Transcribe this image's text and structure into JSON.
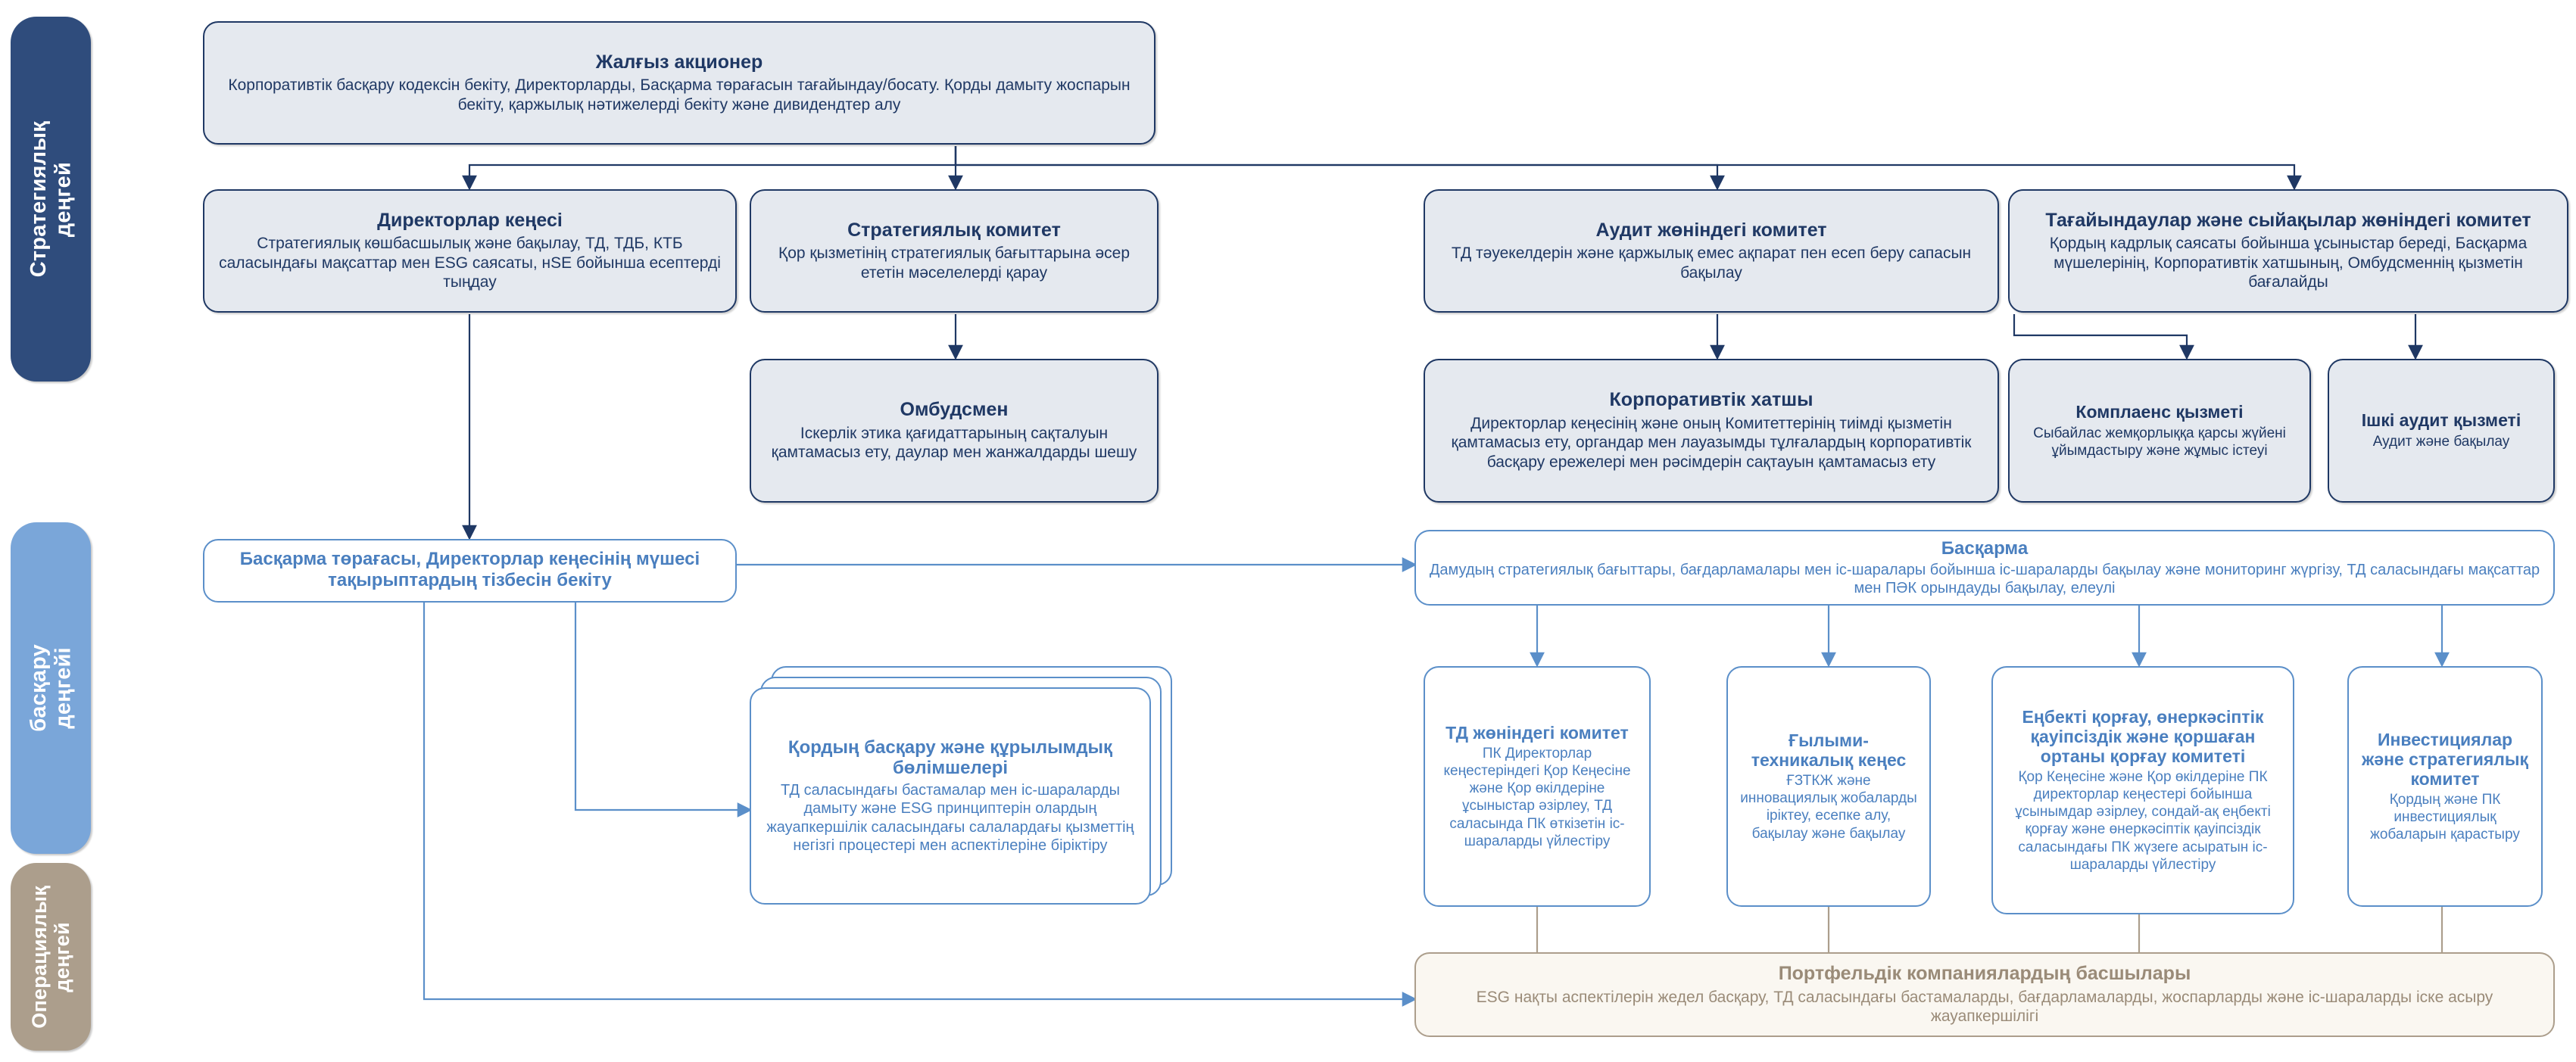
{
  "diagram": {
    "title": "Corporate governance structure",
    "colors": {
      "strategic_rail": "#2f4c7c",
      "management_rail": "#7aa6d9",
      "operational_rail": "#ac9e8c",
      "strategic_node_fill": "#e5e9ef",
      "strategic_node_border": "#1f3864",
      "management_node_border": "#5b8fc9",
      "management_node_text": "#4a7fbf",
      "operational_node_border": "#ac9e8c",
      "operational_node_text": "#9a8b78",
      "connector": "#1f3864"
    }
  },
  "levels": [
    {
      "id": "strategic",
      "label": "Стратегиялық\nдеңгей"
    },
    {
      "id": "management",
      "label": "басқару\nдеңгейі"
    },
    {
      "id": "operational",
      "label": "Операциялық\nдеңгей"
    }
  ],
  "nodes": {
    "shareholder": {
      "title": "Жалғыз акционер",
      "body": "Корпоративтік басқару кодексін бекіту, Директорларды, Басқарма төрағасын тағайындау/босату. Қорды дамыту жоспарын бекіту, қаржылық нәтижелерді бекіту және дивидендтер алу"
    },
    "board": {
      "title": "Директорлар кеңесі",
      "body": "Стратегиялық көшбасшылық және бақылау, ТД, ТДБ, КТБ саласындағы мақсаттар мен ESG саясаты, нSE бойынша есептерді тыңдау"
    },
    "strategy_committee": {
      "title": "Стратегиялық комитет",
      "body": "Қор қызметінің стратегиялық бағыттарына әсер ететін мәселелерді қарау"
    },
    "audit_committee": {
      "title": "Аудит жөніндегі комитет",
      "body": "ТД тәуекелдерін және қаржылық емес ақпарат пен есеп беру сапасын бақылау"
    },
    "nomination_committee": {
      "title": "Тағайындаулар және сыйақылар жөніндегі комитет",
      "body": "Қордың кадрлық саясаты бойынша ұсыныстар береді, Басқарма мүшелерінің, Корпоративтік хатшының, Омбудсменнің қызметін бағалайды"
    },
    "ombudsman": {
      "title": "Омбудсмен",
      "body": "Іскерлік этика қағидаттарының сақталуын қамтамасыз ету, даулар мен жанжалдарды шешу"
    },
    "corporate_secretary": {
      "title": "Корпоративтік хатшы",
      "body": "Директорлар кеңесінің және оның Комитеттерінің тиімді қызметін қамтамасыз ету, органдар мен лауазымды тұлғалардың корпоративтік басқару ережелері мен рәсімдерін сақтауын қамтамасыз ету"
    },
    "compliance": {
      "title": "Комплаенс қызметі",
      "body": "Сыбайлас жемқорлыққа қарсы жүйені ұйымдастыру және жұмыс істеуі"
    },
    "internal_audit": {
      "title": "Ішкі аудит қызметі",
      "body": "Аудит және бақылау"
    },
    "chairman": {
      "title": "Басқарма төрағасы, Директорлар кеңесінің мүшесі тақырыптардың тізбесін бекіту",
      "body": ""
    },
    "management_board": {
      "title": "Басқарма",
      "body": "Дамудың стратегиялық бағыттары, бағдарламалары мен іс-шаралары бойынша іс-шараларды бақылау және мониторинг жүргізу, ТД саласындағы мақсаттар мен ПӘК орындауды бақылау, елеулі"
    },
    "structural_units": {
      "title": "Қордың басқару және құрылымдық бөлімшелері",
      "body": "ТД саласындағы бастамалар мен іс-шараларды дамыту және ESG принциптерін олардың жауапкершілік саласындағы салалардағы қызметтің негізгі процестері мен аспектілеріне біріктіру"
    },
    "td_committee": {
      "title": "ТД жөніндегі комитет",
      "body": "ПК Директорлар кеңестеріндегі Қор Кеңесіне және Қор өкілдеріне ұсыныстар әзірлеу, ТД саласында ПК өткізетін іс-шараларды үйлестіру"
    },
    "scientific_council": {
      "title": "Ғылыми-техникалық кеңес",
      "body": "ҒЗТКЖ және инновациялық жобаларды іріктеу, есепке алу, бақылау және бақылау"
    },
    "hse_committee": {
      "title": "Еңбекті қорғау, өнеркәсіптік қауіпсіздік және қоршаған ортаны қорғау комитеті",
      "body": "Қор Кеңесіне және Қор өкілдеріне ПК директорлар кеңестері бойынша ұсынымдар әзірлеу, сондай-ақ еңбекті қорғау және өнеркәсіптік қауіпсіздік саласындағы ПК жүзеге асыратын іс-шараларды үйлестіру"
    },
    "investment_committee": {
      "title": "Инвестициялар және стратегиялық комитет",
      "body": "Қордың және ПК инвестициялық жобаларын қарастыру"
    },
    "portfolio_heads": {
      "title": "Портфельдік компаниялардың басшылары",
      "body": "ESG нақты аспектілерін жедел басқару, ТД саласындағы бастамаларды, бағдарламаларды, жоспарларды және іс-шараларды іске асыру жауапкершілігі"
    }
  }
}
